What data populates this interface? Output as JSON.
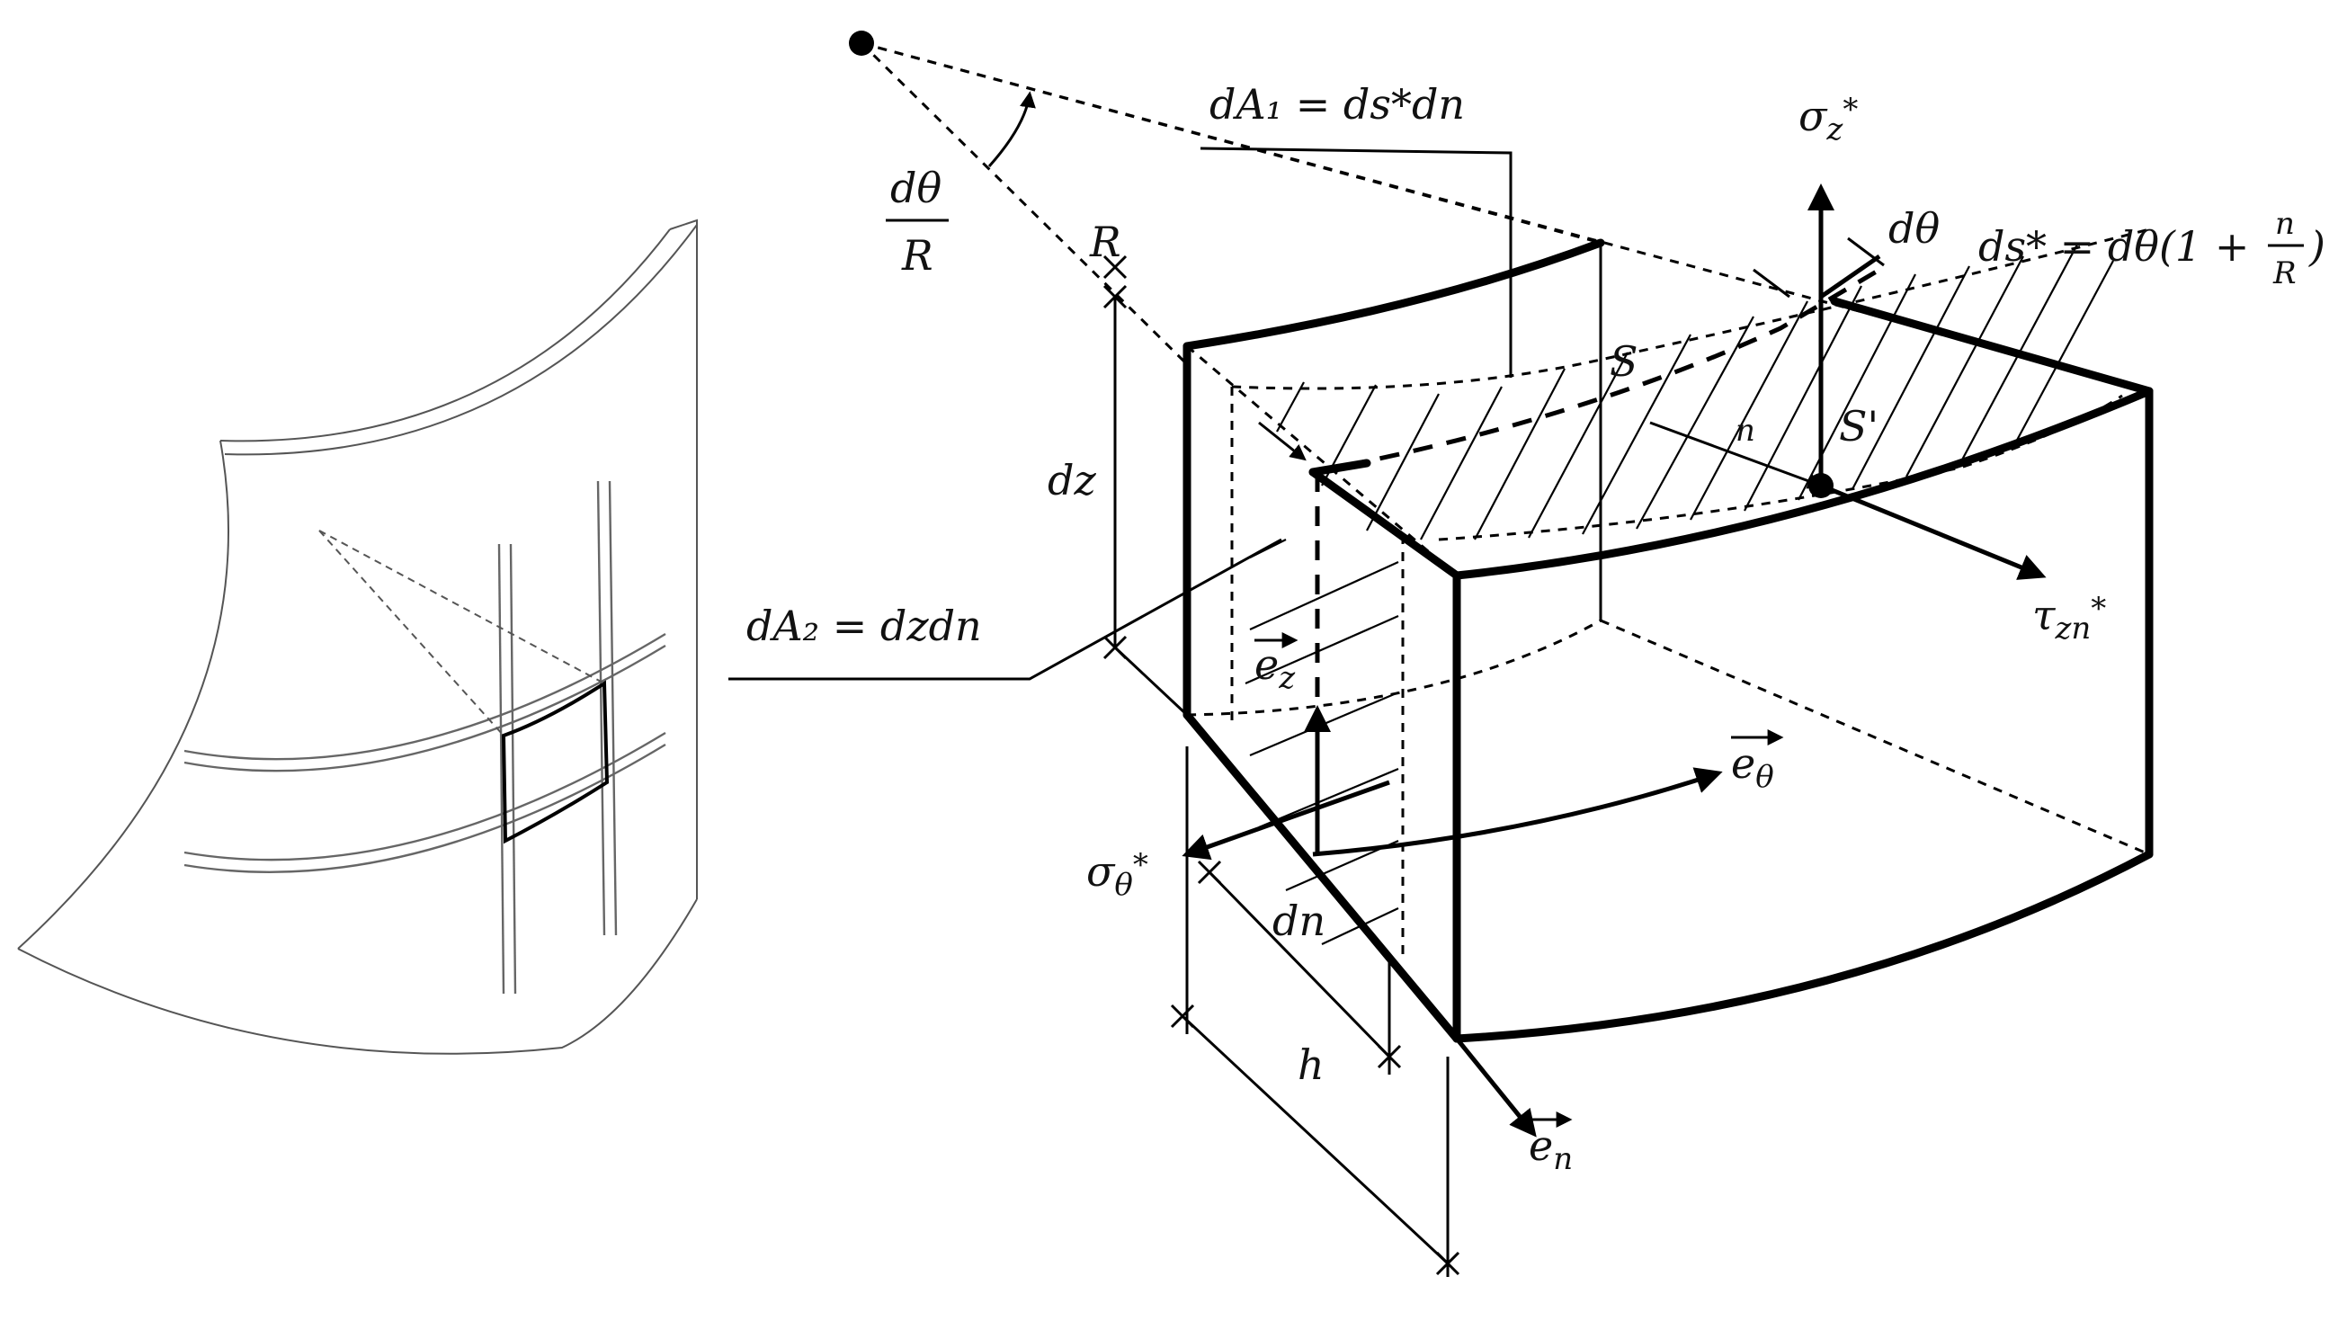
{
  "labels": {
    "dtheta_over_R_num": "dθ",
    "dtheta_over_R_den": "R",
    "dA1": "dA₁ = ds*dn",
    "R": "R",
    "sigma_z": "σ",
    "sigma_z_sub": "z",
    "sigma_z_star": "*",
    "dtheta": "dθ",
    "ds_star_lhs": "ds* = dθ(1 +",
    "ds_star_num": "n",
    "ds_star_den": "R",
    "ds_star_close": ")",
    "S": "S",
    "S_prime": "S'",
    "n": "n",
    "dz": "dz",
    "dA2": "dA₂ = dzdn",
    "tau_zn": "τ",
    "tau_zn_sub": "zn",
    "tau_zn_star": "*",
    "e_z": "e",
    "e_z_sub": "z",
    "e_theta": "e",
    "e_theta_sub": "θ",
    "sigma_theta": "σ",
    "sigma_theta_sub": "θ",
    "sigma_theta_star": "*",
    "dn": "dn",
    "h": "h",
    "e_n": "e",
    "e_n_sub": "n"
  }
}
